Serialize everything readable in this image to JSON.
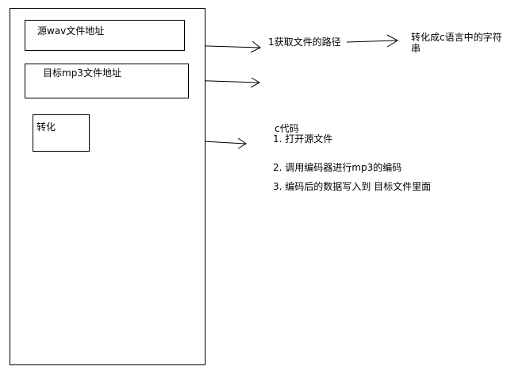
{
  "form": {
    "source_field_label": "源wav文件地址",
    "target_field_label": "目标mp3文件地址",
    "convert_button_label": "转化"
  },
  "notes": {
    "get_path": "1获取文件的路径",
    "to_c_string": "转化成c语言中的字符串",
    "c_code_title": "c代码",
    "step_1": "1. 打开源文件",
    "step_2": "2. 调用编码器进行mp3的编码",
    "step_3": "3. 编码后的数据写入到 目标文件里面"
  },
  "colors": {
    "line": "#000000",
    "background": "#ffffff"
  }
}
